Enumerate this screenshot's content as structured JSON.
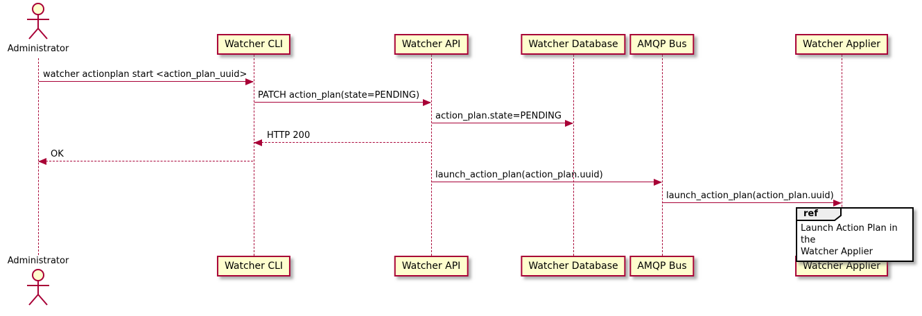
{
  "diagram": {
    "kind": "sequence-diagram",
    "colors": {
      "participant_fill": "#FEFECE",
      "participant_border": "#A80036",
      "lifeline": "#A80036",
      "arrow": "#A80036",
      "text": "#000000",
      "ref_tab_fill": "#EEEEEE",
      "ref_border": "#000000"
    },
    "actors": [
      {
        "label": "Administrator"
      }
    ],
    "participants": [
      {
        "label": "Watcher CLI"
      },
      {
        "label": "Watcher API"
      },
      {
        "label": "Watcher Database"
      },
      {
        "label": "AMQP Bus"
      },
      {
        "label": "Watcher Applier"
      }
    ],
    "messages": [
      {
        "from": "Administrator",
        "to": "Watcher CLI",
        "style": "solid",
        "text": "watcher actionplan start <action_plan_uuid>"
      },
      {
        "from": "Watcher CLI",
        "to": "Watcher API",
        "style": "solid",
        "text": "PATCH action_plan(state=PENDING)"
      },
      {
        "from": "Watcher API",
        "to": "Watcher Database",
        "style": "solid",
        "text": "action_plan.state=PENDING"
      },
      {
        "from": "Watcher API",
        "to": "Watcher CLI",
        "style": "dashed",
        "text": "HTTP 200"
      },
      {
        "from": "Watcher CLI",
        "to": "Administrator",
        "style": "dashed",
        "text": "OK"
      },
      {
        "from": "Watcher API",
        "to": "AMQP Bus",
        "style": "solid",
        "text": "launch_action_plan(action_plan.uuid)"
      },
      {
        "from": "AMQP Bus",
        "to": "Watcher Applier",
        "style": "solid",
        "text": "launch_action_plan(action_plan.uuid)"
      }
    ],
    "ref": {
      "keyword": "ref",
      "lines": [
        "Launch Action Plan in the",
        "Watcher Applier"
      ]
    }
  }
}
